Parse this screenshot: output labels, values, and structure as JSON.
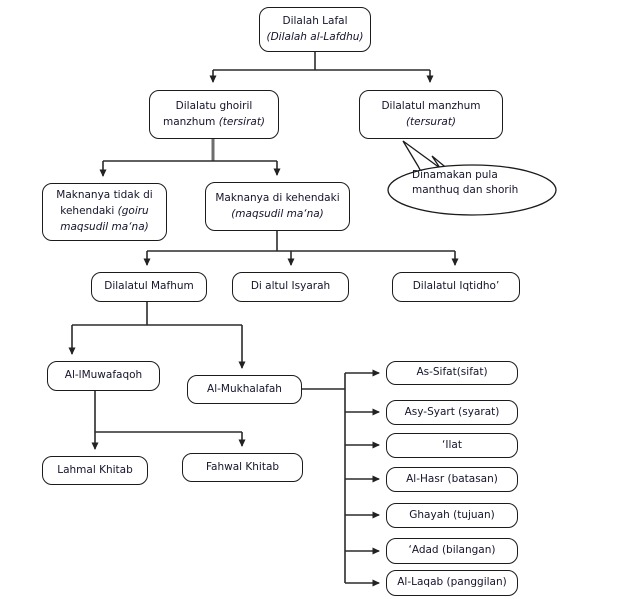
{
  "diagram": {
    "title_node": {
      "line1": "Dilalah Lafal",
      "line2": "(Dilalah al-Lafdhu)"
    },
    "nodes": {
      "ghoiril": {
        "line1": "Dilalatu ghoiril",
        "line2_normal": "manzhum ",
        "line2_italic": "(tersirat)"
      },
      "manzhum": {
        "line1": "Dilalatul manzhum",
        "line2": "(tersurat)"
      },
      "bubble": {
        "line1": "Dinamakan pula",
        "line2": "manthuq dan shorih"
      },
      "tidak": {
        "normal": "Maknanya tidak di kehendaki ",
        "italic": "(goiru maqsudil ma‘na)"
      },
      "dikehendaki": {
        "line1": "Maknanya di kehendaki",
        "line2": "(maqsudil ma‘na)"
      },
      "mafhum": {
        "label": "Dilalatul Mafhum"
      },
      "isyarah": {
        "label": "Di altul Isyarah"
      },
      "iqtidho": {
        "label": "Dilalatul Iqtidho’"
      },
      "muwafaqoh": {
        "label": "Al-lMuwafaqoh"
      },
      "mukhalafah": {
        "label": "Al-Mukhalafah"
      },
      "lahmal": {
        "label": "Lahmal Khitab"
      },
      "fahwal": {
        "label": "Fahwal Khitab"
      },
      "sifat": {
        "label": "As-Sifat(sifat)"
      },
      "syart": {
        "label": "Asy-Syart (syarat)"
      },
      "ilat": {
        "label": "‘Ilat"
      },
      "hasr": {
        "label": "Al-Hasr (batasan)"
      },
      "ghayah": {
        "label": "Ghayah (tujuan)"
      },
      "adad": {
        "label": "‘Adad (bilangan)"
      },
      "laqab": {
        "label": "Al-Laqab (panggilan)"
      }
    },
    "colors": {
      "border": "#1b1b1b",
      "line": "#2b2b2b",
      "thick_line": "#6e6e6e",
      "text": "#14142b",
      "background": "#ffffff"
    }
  }
}
